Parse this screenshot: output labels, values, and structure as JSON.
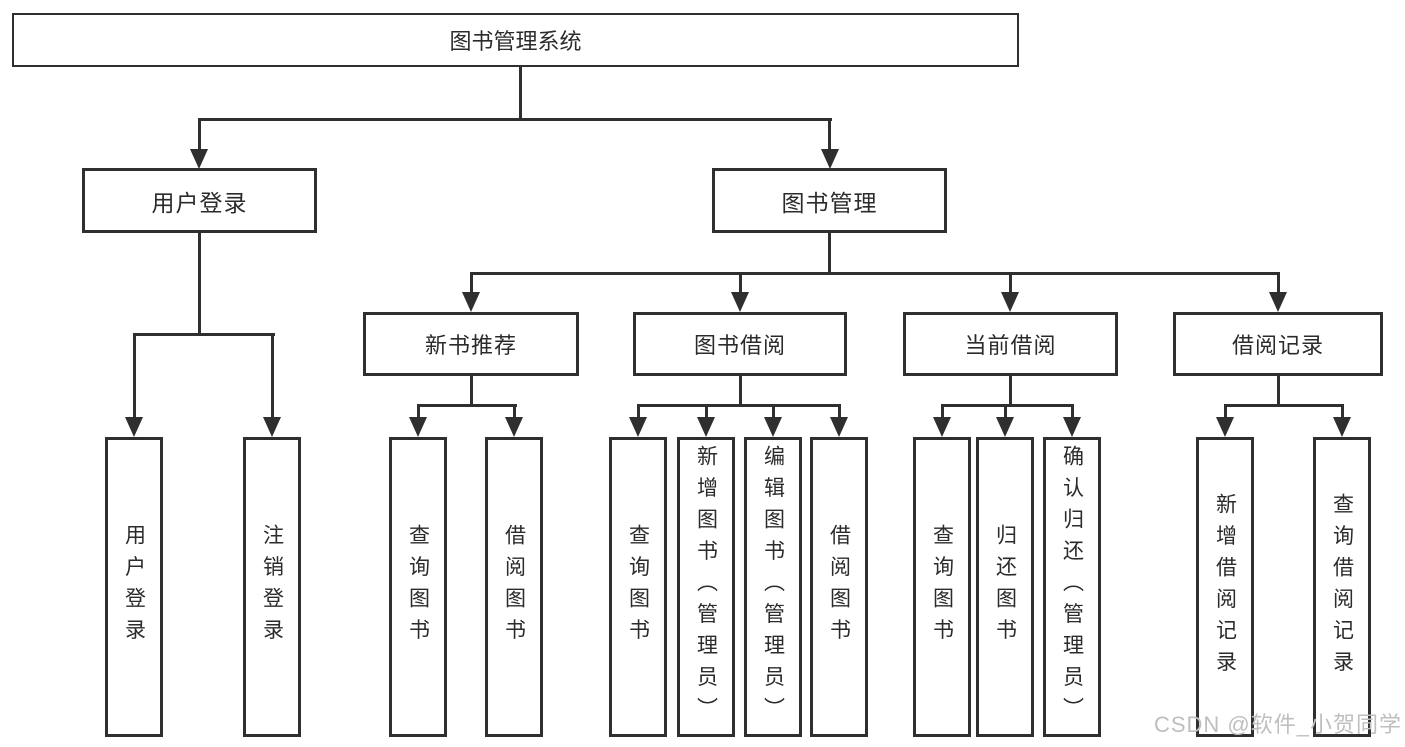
{
  "tree": {
    "root": "图书管理系统",
    "branches": [
      {
        "label": "用户登录",
        "children": [
          "用户登录",
          "注销登录"
        ]
      },
      {
        "label": "图书管理",
        "sections": [
          {
            "label": "新书推荐",
            "children": [
              "查询图书",
              "借阅图书"
            ]
          },
          {
            "label": "图书借阅",
            "children": [
              "查询图书",
              "新增图书（管理员）",
              "编辑图书（管理员）",
              "借阅图书"
            ]
          },
          {
            "label": "当前借阅",
            "children": [
              "查询图书",
              "归还图书",
              "确认归还（管理员）"
            ]
          },
          {
            "label": "借阅记录",
            "children": [
              "新增借阅记录",
              "查询借阅记录"
            ]
          }
        ]
      }
    ]
  },
  "watermark": {
    "text": "CSDN @软件_小贺同学"
  },
  "colors": {
    "line": "#2f2f2f",
    "text": "#2b2b2b",
    "background": "#ffffff",
    "watermark": "#bfbfbf"
  }
}
